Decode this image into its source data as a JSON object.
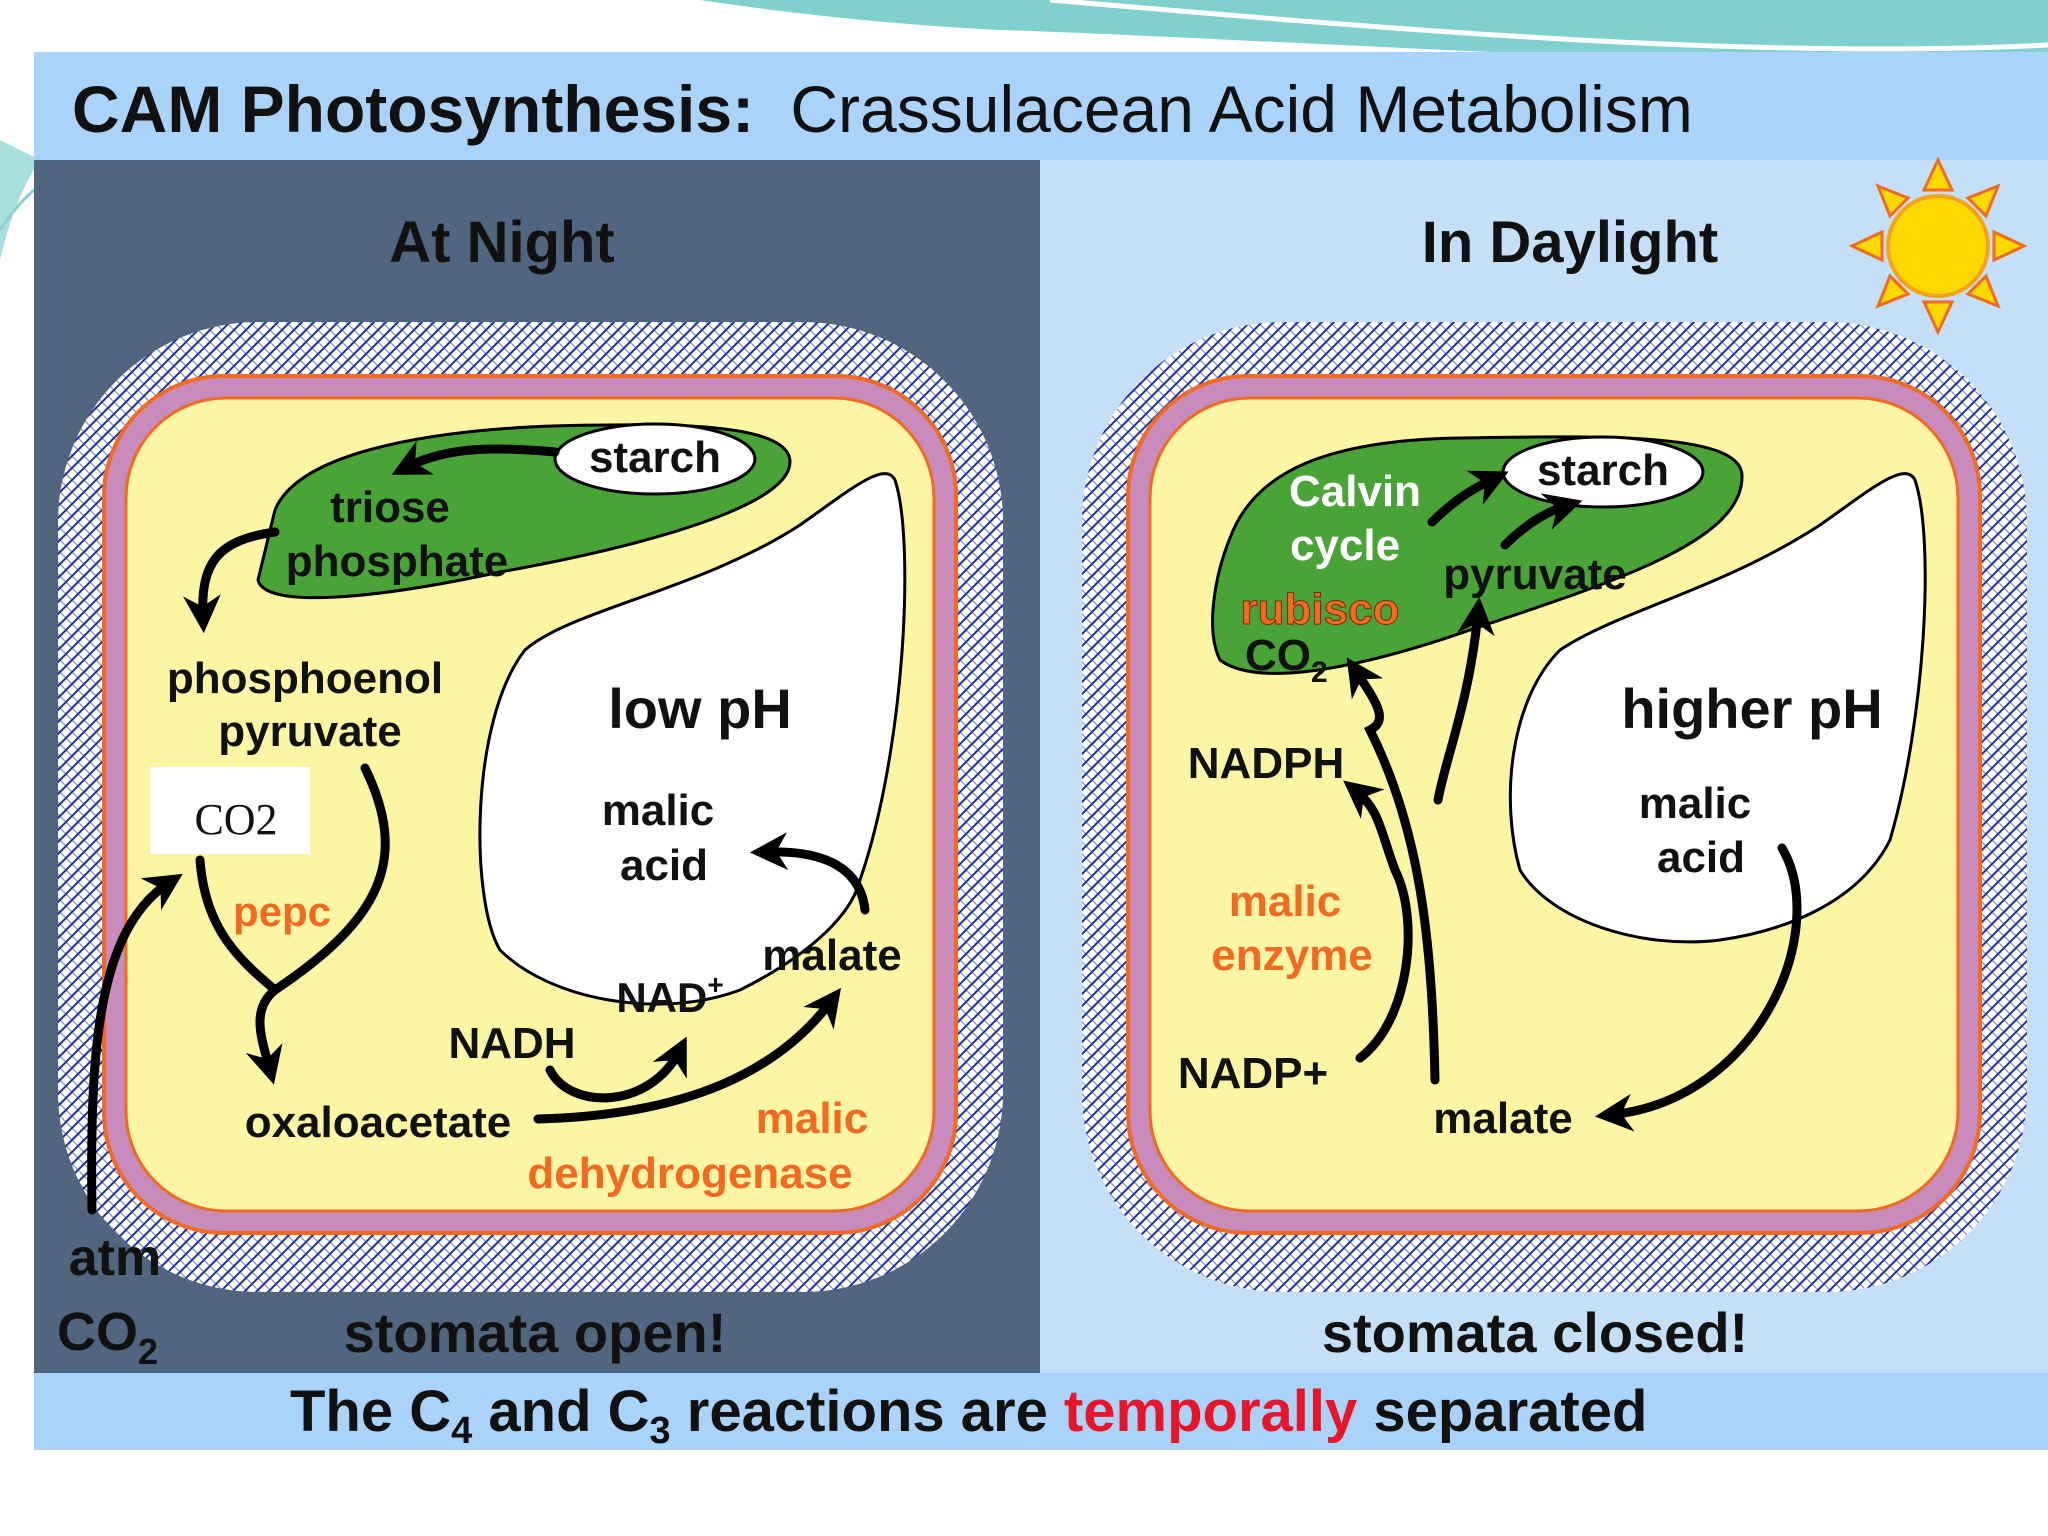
{
  "title": {
    "bold": "CAM Photosynthesis:",
    "rest": "Crassulacean Acid Metabolism"
  },
  "night": {
    "heading": "At Night",
    "starch": "starch",
    "triose_1": "triose",
    "triose_2": "phosphate",
    "pep_1": "phosphoenol",
    "pep_2": "pyruvate",
    "co2_box": "CO2",
    "pepc": "pepc",
    "low_ph": "low pH",
    "malic_1": "malic",
    "malic_2": "acid",
    "malate": "malate",
    "nad": "NAD",
    "nad_sup": "+",
    "nadh": "NADH",
    "oxaloacetate": "oxaloacetate",
    "mdh_1": "malic",
    "mdh_2": "dehydrogenase",
    "atm": "atm",
    "co2": "CO",
    "co2_sub": "2",
    "stomata": "stomata open!"
  },
  "day": {
    "heading": "In Daylight",
    "calvin_1": "Calvin",
    "calvin_2": "cycle",
    "starch": "starch",
    "pyruvate": "pyruvate",
    "rubisco": "rubisco",
    "co2": "CO",
    "co2_sub": "2",
    "higher_ph": "higher pH",
    "nadph": "NADPH",
    "malic_1": "malic",
    "malic_2": "acid",
    "enzyme_1": "malic",
    "enzyme_2": "enzyme",
    "nadp": "NADP+",
    "malate": "malate",
    "stomata": "stomata closed!"
  },
  "footer": {
    "p1": "The C",
    "sub1": "4",
    "p2": " and C",
    "sub2": "3",
    "p3": " reactions are ",
    "highlight": "temporally",
    "p4": " separated"
  },
  "colors": {
    "night_bg": "#50657f",
    "day_bg": "#c4dff8",
    "title_bar": "#a9d3f8",
    "cell_fill": "#fbf5a4",
    "membrane": "#c98bbc",
    "chloroplast": "#4aa336",
    "enzyme_orange": "#f26a1f",
    "highlight_red": "#e8142a",
    "sun": "#ffd800"
  },
  "icons": [
    "sun-icon"
  ]
}
